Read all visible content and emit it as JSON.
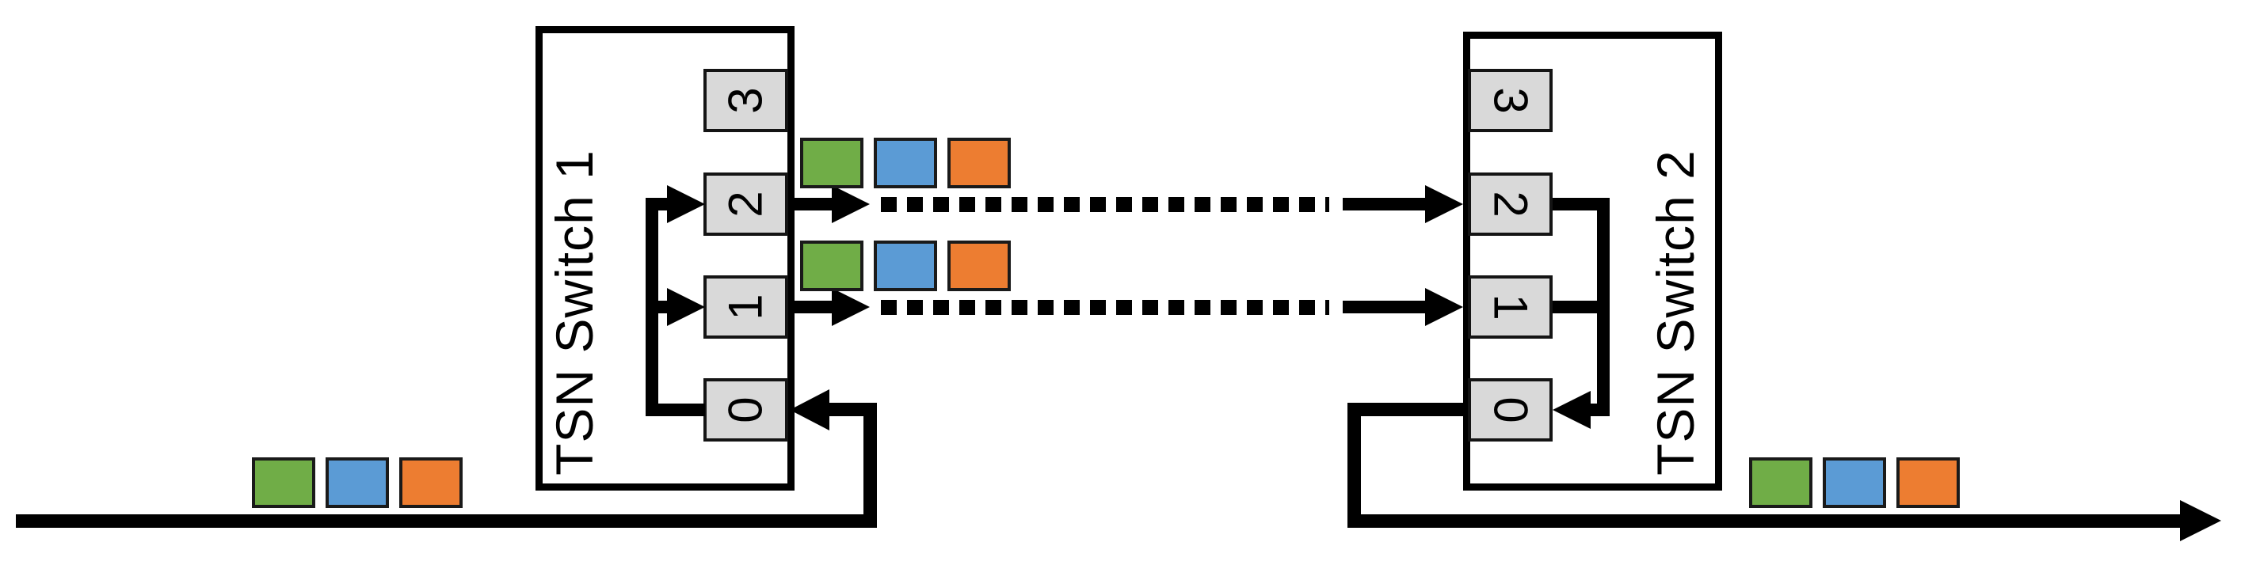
{
  "diagram": {
    "colors": {
      "line": "#000000",
      "switch_fill": "#ffffff",
      "port_fill": "#d9d9d9",
      "port_border": "#141414",
      "packet_border": "#1a1a1a",
      "green": "#70ad47",
      "blue": "#5b9bd5",
      "orange": "#ed7d31"
    },
    "switch1": {
      "label": "TSN Switch 1",
      "ports": [
        "3",
        "2",
        "1",
        "0"
      ]
    },
    "switch2": {
      "label": "TSN Switch 2",
      "ports": [
        "3",
        "2",
        "1",
        "0"
      ]
    },
    "packets": {
      "groups": {
        "ingress": [
          "green",
          "blue",
          "orange"
        ],
        "switch1_port2_queue": [
          "green",
          "blue",
          "orange"
        ],
        "switch1_port1_queue": [
          "green",
          "blue",
          "orange"
        ],
        "egress": [
          "green",
          "blue",
          "orange"
        ]
      }
    }
  }
}
